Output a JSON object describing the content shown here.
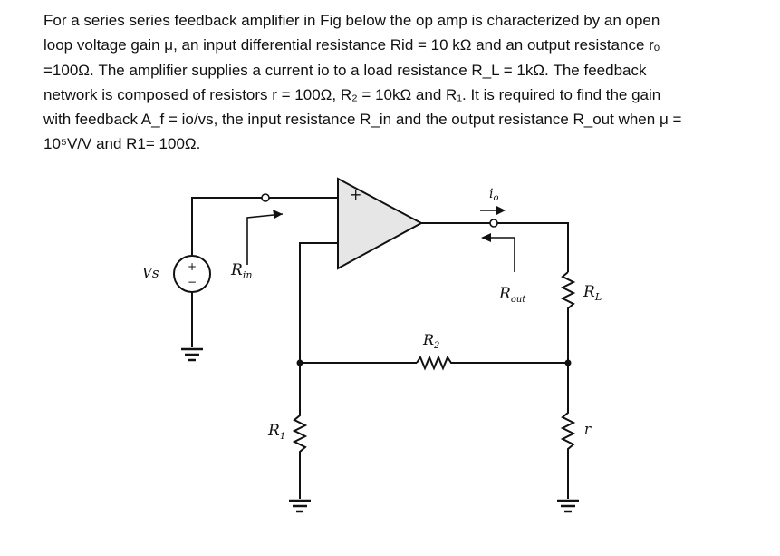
{
  "problem_lines": [
    "For a series series feedback amplifier in Fig below the op amp is characterized by an open",
    "loop voltage gain μ, an input differential resistance Rid = 10 kΩ and an output resistance rₒ",
    "=100Ω. The amplifier supplies a current io to a load resistance R_L = 1kΩ. The feedback",
    "network is composed of resistors r = 100Ω, R₂ = 10kΩ and R₁. It is required to find the gain",
    "with feedback A_f = io/vs, the input resistance R_in and the output resistance R_out when μ =",
    "10⁵V/V and R1= 100Ω."
  ],
  "figure": {
    "source_label": "Vs",
    "rin_label": "R",
    "rin_sub": "in",
    "rout_label": "R",
    "rout_sub": "out",
    "rl_label": "R",
    "rl_sub": "L",
    "r2_label": "R",
    "r2_sub": "2",
    "r1_label": "R",
    "r1_sub": "1",
    "r_label": "r",
    "io_label": "i",
    "io_sub": "o",
    "plus_sign": "+",
    "minus_sign": "−",
    "opamp_plus": "+"
  }
}
